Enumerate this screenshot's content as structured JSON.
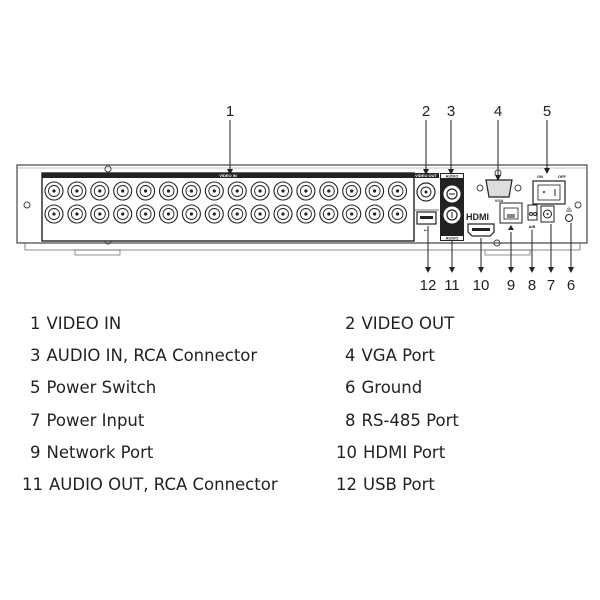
{
  "callouts_top": [
    "1",
    "2",
    "3",
    "4",
    "5"
  ],
  "callouts_bottom": [
    "12",
    "11",
    "10",
    "9",
    "8",
    "7",
    "6"
  ],
  "panel_labels": {
    "video_in": "VIDEO IN",
    "video_out": "VIDEO OUT",
    "audio_in": "AUDIO",
    "audio_out": "AUDIO",
    "vga": "VGA",
    "on": "ON",
    "off": "OFF",
    "hdmi": "HDMI",
    "rs485": "A/B"
  },
  "video_in_count": 32,
  "legend": [
    {
      "num": "1",
      "label": "VIDEO IN"
    },
    {
      "num": "2",
      "label": "VIDEO OUT"
    },
    {
      "num": "3",
      "label": "AUDIO IN, RCA Connector"
    },
    {
      "num": "4",
      "label": "VGA Port"
    },
    {
      "num": "5",
      "label": "Power Switch"
    },
    {
      "num": "6",
      "label": "Ground"
    },
    {
      "num": "7",
      "label": "Power Input"
    },
    {
      "num": "8",
      "label": "RS-485 Port"
    },
    {
      "num": "9",
      "label": "Network Port"
    },
    {
      "num": "10",
      "label": "HDMI Port"
    },
    {
      "num": "11",
      "label": "AUDIO OUT, RCA Connector"
    },
    {
      "num": "12",
      "label": "USB Port"
    }
  ]
}
